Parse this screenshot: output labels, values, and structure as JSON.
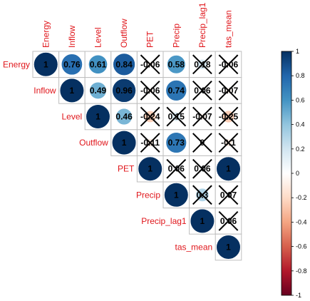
{
  "chart_data": {
    "type": "heatmap",
    "subtype": "correlation-matrix-upper-circles",
    "variables": [
      "Energy",
      "Inflow",
      "Level",
      "Outflow",
      "PET",
      "Precip",
      "Precip_lag1",
      "tas_mean"
    ],
    "cells": [
      {
        "row": "Energy",
        "col": "Energy",
        "value": 1,
        "label": "1",
        "crossed": false
      },
      {
        "row": "Energy",
        "col": "Inflow",
        "value": 0.76,
        "label": "0.76",
        "crossed": false
      },
      {
        "row": "Energy",
        "col": "Level",
        "value": 0.61,
        "label": "0.61",
        "crossed": false
      },
      {
        "row": "Energy",
        "col": "Outflow",
        "value": 0.84,
        "label": "0.84",
        "crossed": false
      },
      {
        "row": "Energy",
        "col": "PET",
        "value": -0.06,
        "label": "-0.06",
        "crossed": true
      },
      {
        "row": "Energy",
        "col": "Precip",
        "value": 0.58,
        "label": "0.58",
        "crossed": false
      },
      {
        "row": "Energy",
        "col": "Precip_lag1",
        "value": 0.18,
        "label": "0.18",
        "crossed": true
      },
      {
        "row": "Energy",
        "col": "tas_mean",
        "value": -0.06,
        "label": "-0.06",
        "crossed": true
      },
      {
        "row": "Inflow",
        "col": "Inflow",
        "value": 1,
        "label": "1",
        "crossed": false
      },
      {
        "row": "Inflow",
        "col": "Level",
        "value": 0.49,
        "label": "0.49",
        "crossed": false
      },
      {
        "row": "Inflow",
        "col": "Outflow",
        "value": 0.96,
        "label": "0.96",
        "crossed": false
      },
      {
        "row": "Inflow",
        "col": "PET",
        "value": -0.06,
        "label": "-0.06",
        "crossed": true
      },
      {
        "row": "Inflow",
        "col": "Precip",
        "value": 0.74,
        "label": "0.74",
        "crossed": false
      },
      {
        "row": "Inflow",
        "col": "Precip_lag1",
        "value": 0.06,
        "label": "0.06",
        "crossed": true
      },
      {
        "row": "Inflow",
        "col": "tas_mean",
        "value": -0.07,
        "label": "-0.07",
        "crossed": true
      },
      {
        "row": "Level",
        "col": "Level",
        "value": 1,
        "label": "1",
        "crossed": false
      },
      {
        "row": "Level",
        "col": "Outflow",
        "value": 0.46,
        "label": "0.46",
        "crossed": false
      },
      {
        "row": "Level",
        "col": "PET",
        "value": -0.24,
        "label": "-0.24",
        "crossed": true
      },
      {
        "row": "Level",
        "col": "Precip",
        "value": 0.15,
        "label": "0.15",
        "crossed": true
      },
      {
        "row": "Level",
        "col": "Precip_lag1",
        "value": -0.07,
        "label": "-0.07",
        "crossed": true
      },
      {
        "row": "Level",
        "col": "tas_mean",
        "value": -0.25,
        "label": "-0.25",
        "crossed": true
      },
      {
        "row": "Outflow",
        "col": "Outflow",
        "value": 1,
        "label": "1",
        "crossed": false
      },
      {
        "row": "Outflow",
        "col": "PET",
        "value": -0.11,
        "label": "-0.11",
        "crossed": true
      },
      {
        "row": "Outflow",
        "col": "Precip",
        "value": 0.73,
        "label": "0.73",
        "crossed": false
      },
      {
        "row": "Outflow",
        "col": "Precip_lag1",
        "value": 0,
        "label": "0",
        "crossed": true
      },
      {
        "row": "Outflow",
        "col": "tas_mean",
        "value": -0.1,
        "label": "-0.1",
        "crossed": true
      },
      {
        "row": "PET",
        "col": "PET",
        "value": 1,
        "label": "1",
        "crossed": false
      },
      {
        "row": "PET",
        "col": "Precip",
        "value": 0.06,
        "label": "0.06",
        "crossed": true
      },
      {
        "row": "PET",
        "col": "Precip_lag1",
        "value": 0.06,
        "label": "0.06",
        "crossed": true
      },
      {
        "row": "PET",
        "col": "tas_mean",
        "value": 1,
        "label": "1",
        "crossed": false
      },
      {
        "row": "Precip",
        "col": "Precip",
        "value": 1,
        "label": "1",
        "crossed": false
      },
      {
        "row": "Precip",
        "col": "Precip_lag1",
        "value": 0.3,
        "label": "0.3",
        "crossed": true
      },
      {
        "row": "Precip",
        "col": "tas_mean",
        "value": 0.07,
        "label": "0.07",
        "crossed": true
      },
      {
        "row": "Precip_lag1",
        "col": "Precip_lag1",
        "value": 1,
        "label": "1",
        "crossed": false
      },
      {
        "row": "Precip_lag1",
        "col": "tas_mean",
        "value": 0.06,
        "label": "0.06",
        "crossed": true
      },
      {
        "row": "tas_mean",
        "col": "tas_mean",
        "value": 1,
        "label": "1",
        "crossed": false
      }
    ],
    "legend": {
      "type": "colorbar",
      "position": "right",
      "range": [
        -1,
        1
      ],
      "ticks": [
        1,
        0.8,
        0.6,
        0.4,
        0.2,
        0,
        -0.2,
        -0.4,
        -0.6,
        -0.8,
        -1
      ],
      "tick_labels": [
        "1",
        "0.8",
        "0.6",
        "0.4",
        "0.2",
        "0",
        "-0.2",
        "-0.4",
        "-0.6",
        "-0.8",
        "-1"
      ],
      "palette": [
        "#67001f",
        "#b2182b",
        "#d6604d",
        "#f4a582",
        "#fddbc7",
        "#ffffff",
        "#d1e5f0",
        "#92c5de",
        "#4393c3",
        "#2166ac",
        "#053061"
      ]
    },
    "colors": {
      "label_text": "#e0161b",
      "grid": "#bebebe",
      "cross": "#000000"
    },
    "grid": true,
    "title": "",
    "xlabel": "",
    "ylabel": ""
  }
}
